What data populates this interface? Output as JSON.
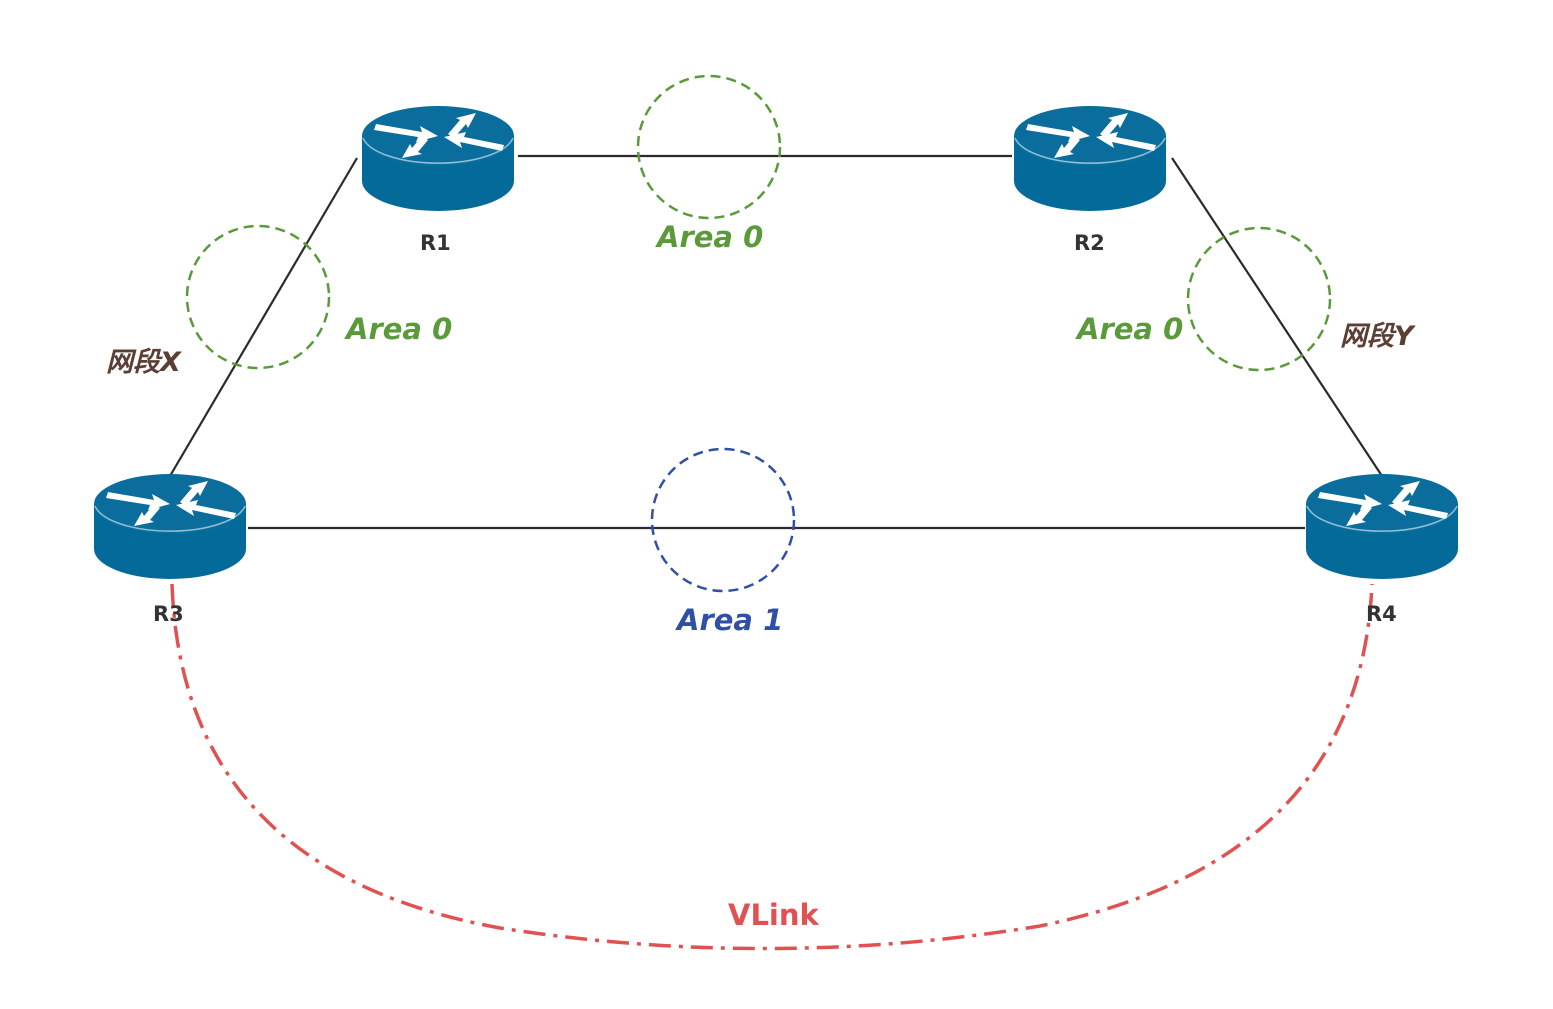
{
  "colors": {
    "router_body": "#036a9a",
    "router_top": "#0a6e9e",
    "router_rim": "#8fc1d8",
    "link": "#2b2b2b",
    "area0": "#5a9a3a",
    "area1": "#3050a8",
    "segment_text": "#5b3f35",
    "vlink": "#e05252"
  },
  "routers": [
    {
      "id": "R1",
      "label": "R1"
    },
    {
      "id": "R2",
      "label": "R2"
    },
    {
      "id": "R3",
      "label": "R3"
    },
    {
      "id": "R4",
      "label": "R4"
    }
  ],
  "links": [
    {
      "from": "R1",
      "to": "R2",
      "area": "Area 0"
    },
    {
      "from": "R1",
      "to": "R3",
      "area": "Area 0",
      "segment": "网段X"
    },
    {
      "from": "R2",
      "to": "R4",
      "area": "Area 0",
      "segment": "网段Y"
    },
    {
      "from": "R3",
      "to": "R4",
      "area": "Area 1"
    }
  ],
  "labels": {
    "area_r1_r2": "Area 0",
    "area_r1_r3": "Area 0",
    "area_r2_r4": "Area 0",
    "area_r3_r4": "Area 1",
    "segment_x": "网段X",
    "segment_y": "网段Y",
    "vlink": "VLink"
  },
  "virtual_link": {
    "from": "R3",
    "to": "R4",
    "label": "VLink"
  }
}
